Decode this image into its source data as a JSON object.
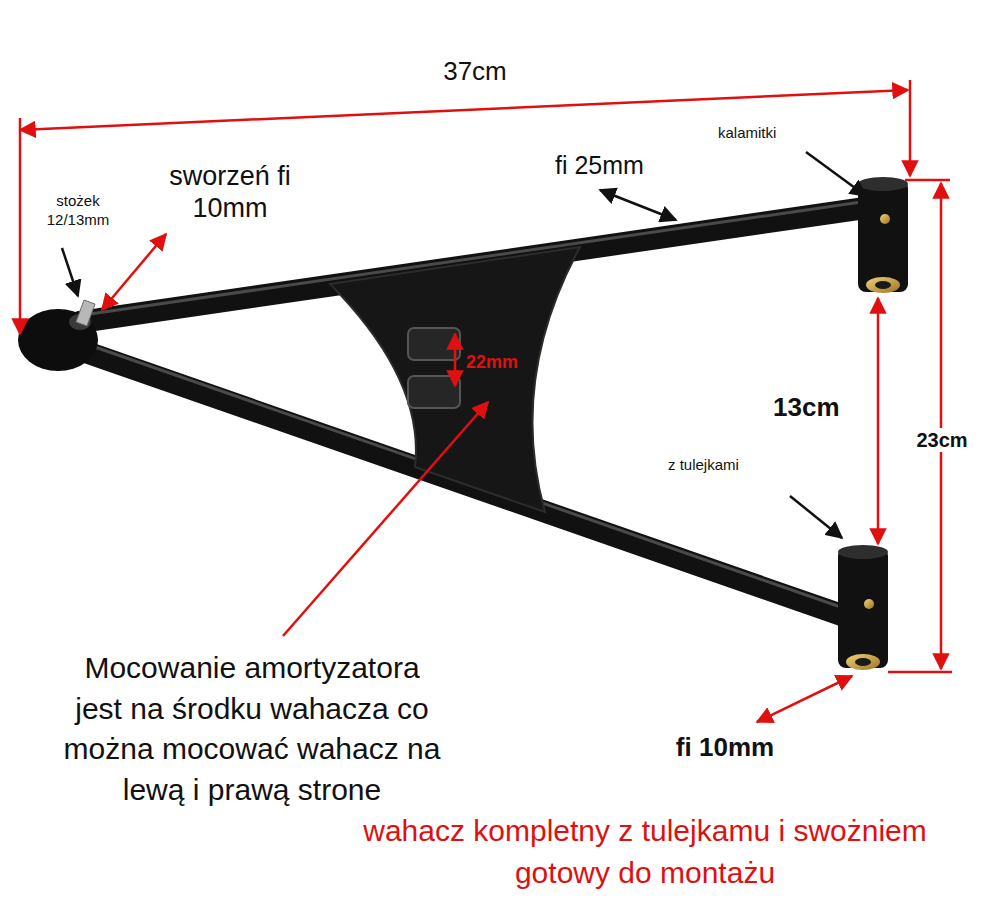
{
  "diagram": {
    "labels": [
      "37cm",
      "kalamitki",
      "fi 25mm",
      "sworzeń fi 10mm",
      "stożek 12/13mm",
      "22mm",
      "13cm",
      "23cm",
      "z tulejkami",
      "Mocowanie amortyzatora jest na środku wahacza co można mocować wahacz na lewą i prawą strone",
      "fi 10mm",
      "wahacz kompletny z tulejkamu i swożniem gotowy do montażu"
    ]
  }
}
